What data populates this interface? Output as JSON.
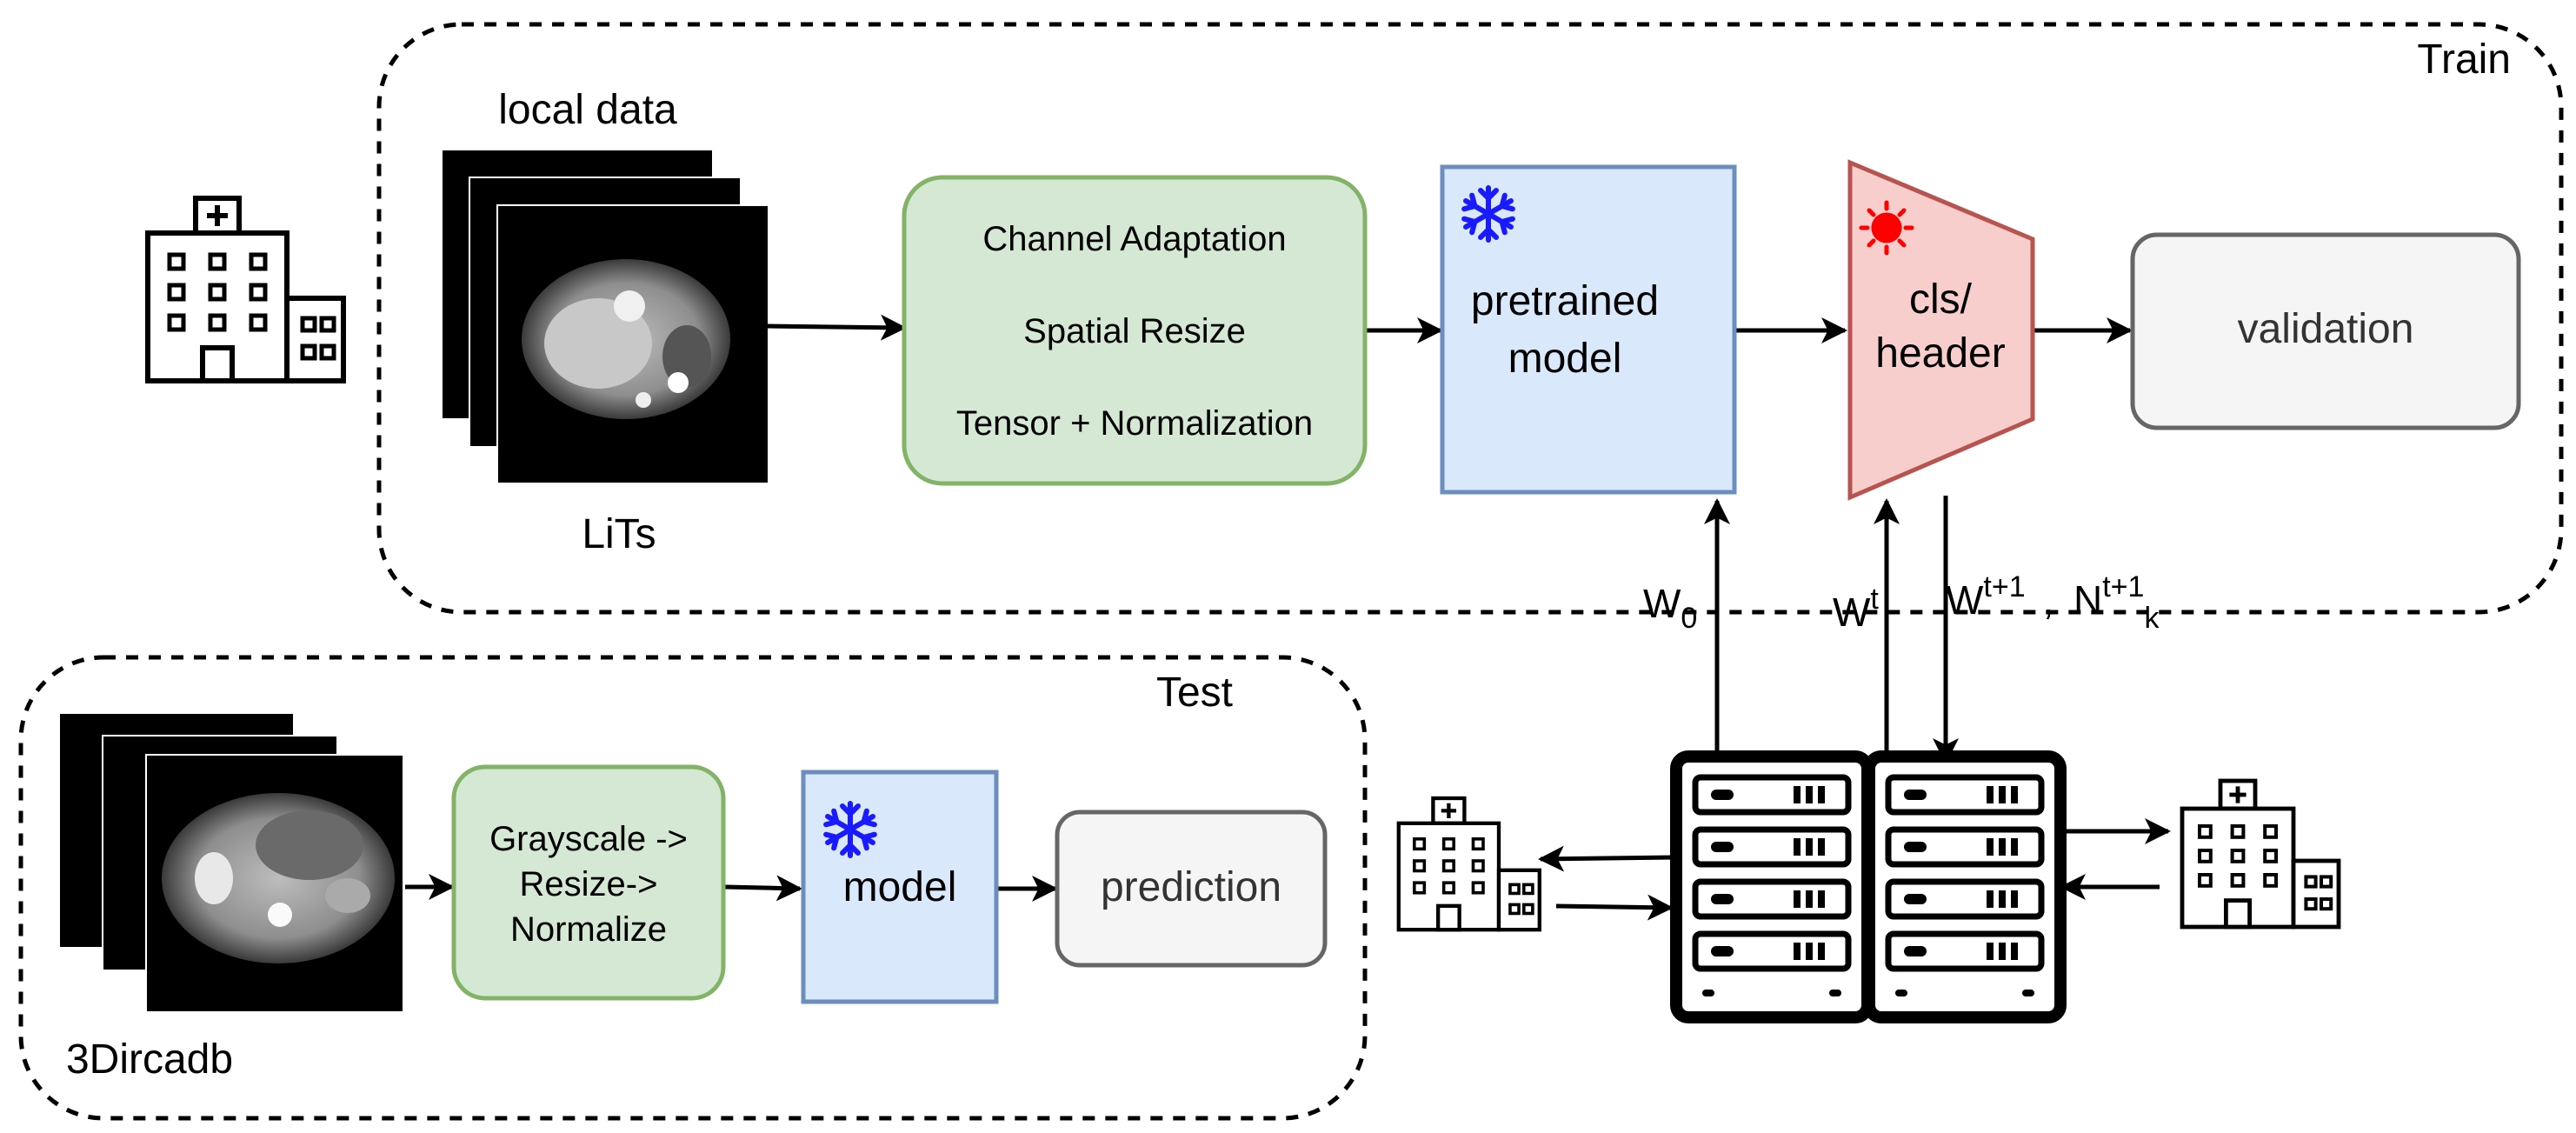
{
  "train": {
    "title": "Train",
    "local_data_label": "local data",
    "dataset_label": "LiTs",
    "preprocess": [
      "Channel Adaptation",
      "Spatial Resize",
      "Tensor + Normalization"
    ],
    "pretrained_model": [
      "pretrained",
      "model"
    ],
    "cls_header": [
      "cls/",
      "header"
    ],
    "validation": "validation"
  },
  "test": {
    "title": "Test",
    "dataset_label": "3Dircadb",
    "preprocess": [
      "Grayscale ->",
      "Resize->",
      "Normalize"
    ],
    "model": "model",
    "prediction": "prediction"
  },
  "federation": {
    "w0": {
      "base": "W",
      "sub": "0"
    },
    "wt": {
      "base": "W",
      "sup": "t"
    },
    "wt1": {
      "base": "W",
      "sup": "t+1",
      "sep": ","
    },
    "nt1k": {
      "base": "N",
      "sup": "t+1",
      "sub": "k"
    }
  },
  "icons": {
    "hospital": "hospital-icon",
    "server": "server-rack-icon",
    "frozen": "snowflake-icon",
    "trainable": "sun-icon",
    "ct_scan": "ct-scan-image"
  },
  "colors": {
    "green_fill": "#d5e8d4",
    "green_stroke": "#82b366",
    "blue_fill": "#dae8fc",
    "blue_stroke": "#6c8ebf",
    "red_fill": "#f8cecc",
    "red_stroke": "#b85450",
    "grey_fill": "#f5f5f5",
    "grey_stroke": "#666666",
    "snowflake": "#1a1aff",
    "sun": "#ff0000"
  }
}
